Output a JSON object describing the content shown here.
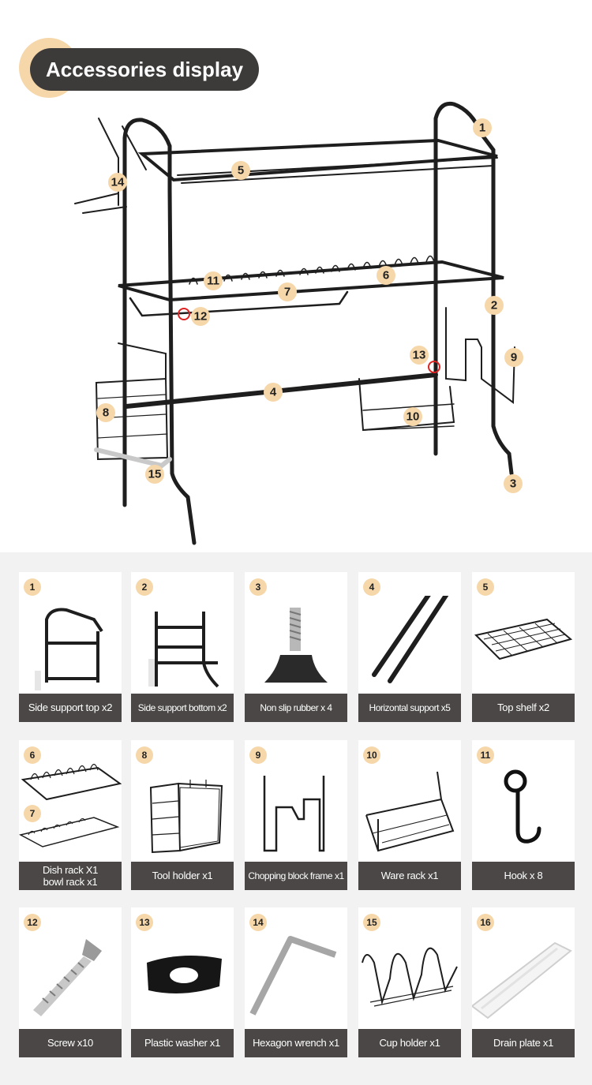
{
  "header": {
    "title": "Accessories display"
  },
  "callouts": [
    "1",
    "2",
    "3",
    "4",
    "5",
    "6",
    "7",
    "8",
    "9",
    "10",
    "11",
    "12",
    "13",
    "14",
    "15"
  ],
  "colors": {
    "accent": "#f6d7aa",
    "dark": "#3d3b3a",
    "label_bg": "#4a4746",
    "grid_bg": "#f2f2f2"
  },
  "accessories": [
    {
      "num": "1",
      "label": "Side support top x2",
      "icon": "side-support-top-icon"
    },
    {
      "num": "2",
      "label": "Side support bottom x2",
      "icon": "side-support-bottom-icon"
    },
    {
      "num": "3",
      "label": "Non slip rubber x 4",
      "icon": "non-slip-rubber-icon"
    },
    {
      "num": "4",
      "label": "Horizontal support x5",
      "icon": "horizontal-support-icon"
    },
    {
      "num": "5",
      "label": "Top shelf x2",
      "icon": "top-shelf-icon"
    },
    {
      "num": "6",
      "num_b": "7",
      "label_a": "Dish rack X1",
      "label_b": "bowl rack x1",
      "icon": "dish-rack-icon"
    },
    {
      "num": "8",
      "label": "Tool holder x1",
      "icon": "tool-holder-icon"
    },
    {
      "num": "9",
      "label": "Chopping block frame x1",
      "icon": "chopping-block-frame-icon"
    },
    {
      "num": "10",
      "label": "Ware rack x1",
      "icon": "ware-rack-icon"
    },
    {
      "num": "11",
      "label": "Hook x 8",
      "icon": "hook-icon"
    },
    {
      "num": "12",
      "label": "Screw x10",
      "icon": "screw-icon"
    },
    {
      "num": "13",
      "label": "Plastic washer x1",
      "icon": "plastic-washer-icon"
    },
    {
      "num": "14",
      "label": "Hexagon wrench x1",
      "icon": "hexagon-wrench-icon"
    },
    {
      "num": "15",
      "label": "Cup holder x1",
      "icon": "cup-holder-icon"
    },
    {
      "num": "16",
      "label": "Drain plate x1",
      "icon": "drain-plate-icon"
    }
  ]
}
